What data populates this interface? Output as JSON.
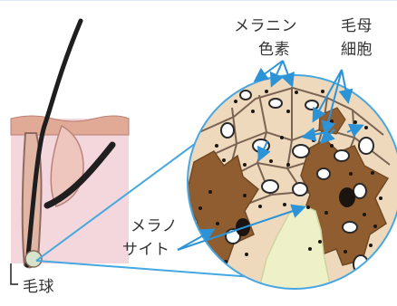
{
  "labels": {
    "melanin_line1": "メラニン",
    "melanin_line2": "色素",
    "hair_matrix_cell_line1": "毛母",
    "hair_matrix_cell_line2": "細胞",
    "melanocyte_line1": "メラノ",
    "melanocyte_line2": "サイト",
    "hair_bulb": "毛球"
  },
  "colors": {
    "skin_background": "#f4d7dd",
    "hair": "#1e1e1e",
    "cell_beige": "#efd9bd",
    "cell_border": "#7a6352",
    "melanocyte_brown": "#8f5d2f",
    "papilla_green": "#eef1c8",
    "arrow_blue": "#2d93d7",
    "nucleus_white": "#ffffff",
    "dot_black": "#1d1714",
    "text": "#333333"
  }
}
